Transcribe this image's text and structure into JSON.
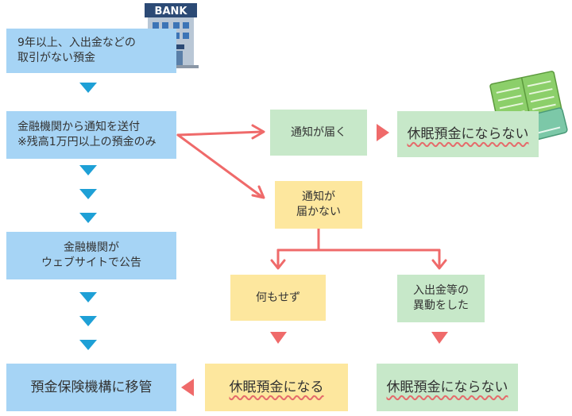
{
  "nodes": {
    "start": {
      "line1": "9年以上、入出金などの",
      "line2": "取引がない預金"
    },
    "notify_send": {
      "line1": "金融機関から通知を送付",
      "line2": "※残高1万円以上の預金のみ"
    },
    "notified": {
      "label": "通知が届く"
    },
    "not_dormant_1": {
      "label": "休眠預金にならない"
    },
    "not_notified": {
      "line1": "通知が",
      "line2": "届かない"
    },
    "web_notice": {
      "line1": "金融機関が",
      "line2": "ウェブサイトで公告"
    },
    "no_action": {
      "label": "何もせず"
    },
    "transaction": {
      "line1": "入出金等の",
      "line2": "異動をした"
    },
    "transfer": {
      "label": "預金保険機構に移管"
    },
    "dormant": {
      "label": "休眠預金になる"
    },
    "not_dormant_2": {
      "label": "休眠預金にならない"
    }
  },
  "bank_sign": "BANK",
  "colors": {
    "blue_box": "#a6d4f5",
    "yellow_box": "#fde79e",
    "green_box": "#c7e8c9",
    "down_arrow": "#1ea0d6",
    "red_arrow": "#ef6a6a",
    "wavy_underline": "#e56b6b"
  },
  "icons": [
    "bank-building-icon",
    "passbook-card-icon"
  ]
}
